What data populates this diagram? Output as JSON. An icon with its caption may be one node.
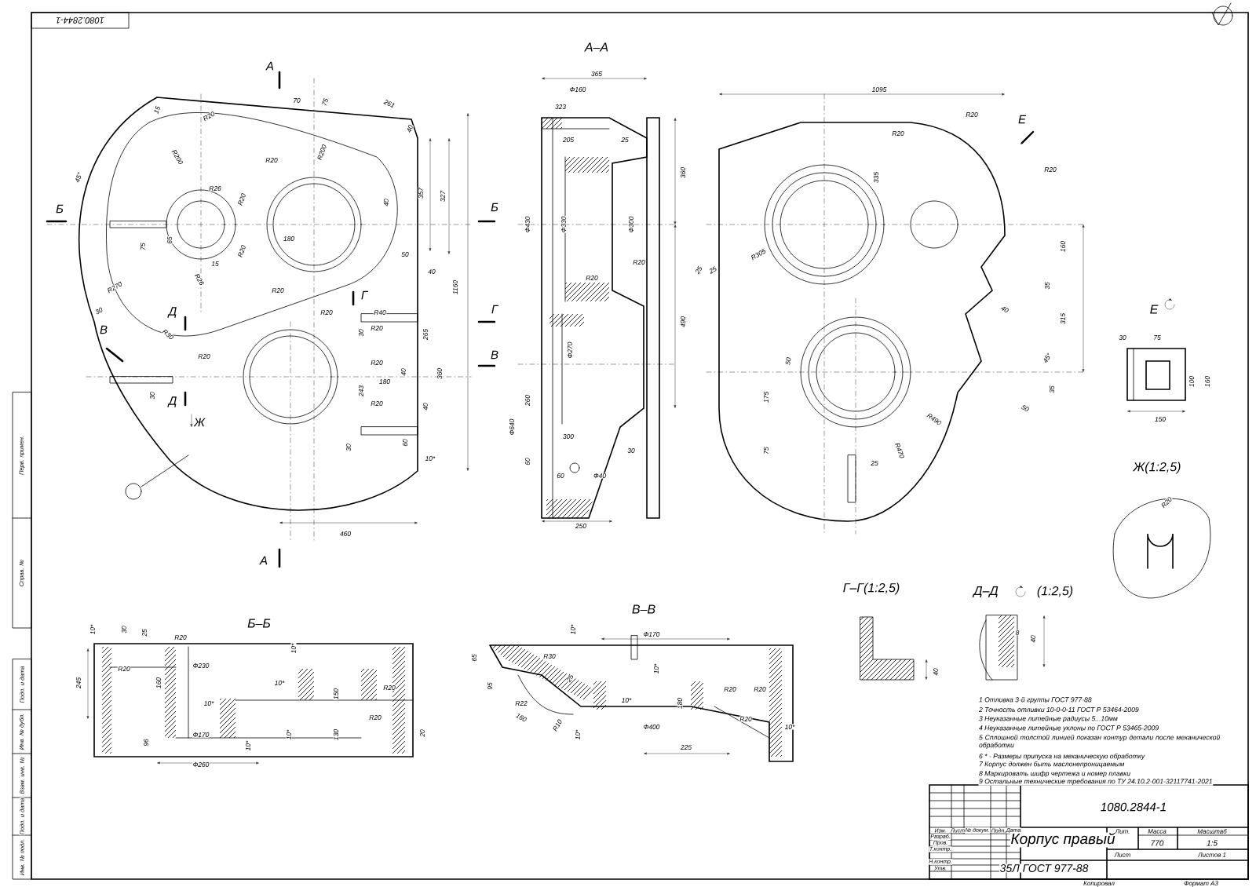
{
  "diagram": {
    "labels": [
      "А",
      "70",
      "75",
      "261",
      "40",
      "R20",
      "15",
      "R200",
      "45°",
      "R20",
      "R200",
      "357",
      "327",
      "R26",
      "R20",
      "40",
      "Б",
      "Б",
      "65",
      "75",
      "180",
      "R20",
      "15",
      "R26",
      "50",
      "40",
      "R270",
      "30",
      "R20",
      "R20",
      "R40",
      "1160",
      "Г",
      "Г",
      "Д",
      "В",
      "R30",
      "30",
      "R20",
      "265",
      "R20",
      "R20",
      "В",
      "40",
      "360",
      "243",
      "180",
      "30",
      "Д",
      "R20",
      "40",
      "Ж",
      "30",
      "60",
      "10*",
      "460",
      "А",
      "А–А",
      "365",
      "Ф160",
      "323",
      "205",
      "25",
      "Ф430",
      "Ф330",
      "Ф300",
      "R20",
      "R20",
      "Ф270",
      "Ф640",
      "260",
      "300",
      "60",
      "60",
      "Ф40",
      "30",
      "250",
      "360",
      "25",
      "490",
      "1095",
      "R20",
      "Е",
      "R20",
      "R20",
      "335",
      "R305",
      "25",
      "160",
      "35",
      "315",
      "40",
      "50",
      "45°",
      "35",
      "175",
      "50",
      "R490",
      "75",
      "R470",
      "25",
      "Е",
      "30",
      "75",
      "100",
      "160",
      "150",
      "Ж(1:2,5)",
      "R20",
      "Б–Б",
      "10*",
      "30",
      "25",
      "R20",
      "245",
      "R20",
      "160",
      "Ф230",
      "10*",
      "10*",
      "10*",
      "150",
      "R20",
      "R20",
      "96",
      "Ф170",
      "10*",
      "10*",
      "130",
      "20",
      "Ф260",
      "В–В",
      "10*",
      "Ф170",
      "65",
      "R30",
      "10*",
      "95",
      "25",
      "R20",
      "R20",
      "R22",
      "10*",
      "180",
      "R20",
      "160",
      "R10",
      "Ф400",
      "10*",
      "10*",
      "225",
      "Г–Г(1:2,5)",
      "40",
      "Д–Д",
      "(1:2,5)",
      "8",
      "40",
      "1 Отливка 3-й группы ГОСТ 977-88",
      "2 Точность отливки 10-0-0-11 ГОСТ Р 53464-2009",
      "3 Неуказанные литейные радиусы 5...10мм",
      "4 Неуказанные литейные уклоны по ГОСТ Р 53465-2009",
      "5 Сплошной толстой линией показан контур детали после механической обработки",
      "6 * - Размеры припуска на механическую обработку",
      "7 Корпус должен быть маслонепроницаемым",
      "8 Маркировать шифр чертежа и номер плавки",
      "9 Остальные технические требования по ТУ 24.10.2-001-32117741-2021",
      "1080.2844-1",
      "Корпус правый",
      "35Л ГОСТ 977-88",
      "Лит.",
      "Масса",
      "Масштаб",
      "770",
      "1:5",
      "Лист",
      "Листов 1",
      "Изм.",
      "Лист",
      "№ докум.",
      "Подп.",
      "Дата",
      "Разраб.",
      "Пров.",
      "Т.контр.",
      "Н.контр.",
      "Утв.",
      "Копировал",
      "Формат А3",
      "Перв. примен.",
      "Справ. №",
      "Подп. и дата",
      "Инв. № дубл.",
      "Взам. инв. №",
      "Подп. и дата",
      "Инв. № подл.",
      "1080.2844-1"
    ]
  }
}
